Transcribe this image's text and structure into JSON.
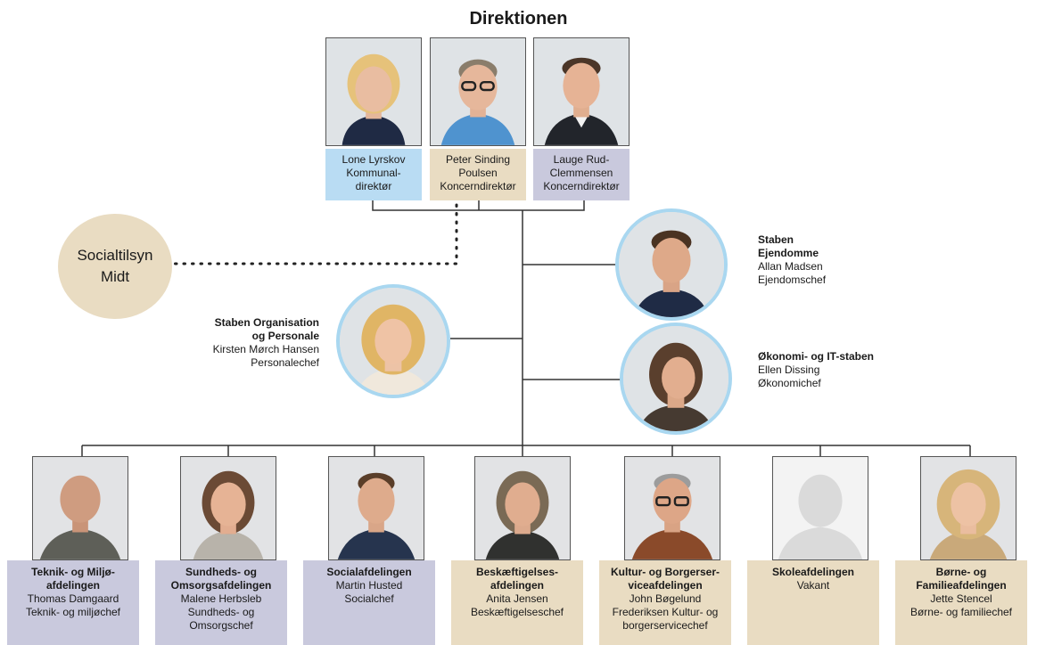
{
  "header": {
    "title": "Direktionen"
  },
  "colors": {
    "blue": "#b9dcf3",
    "beige": "#e9dcc2",
    "gray": "#c9c9dd",
    "ring": "#a9d7f0"
  },
  "direktion": [
    {
      "name": "Lone Lyrskov",
      "line2": "Kommunal-",
      "line3": "direktør",
      "color": "#b9dcf3"
    },
    {
      "name": "Peter Sinding",
      "line2": "Poulsen",
      "line3": "Koncerndirektør",
      "color": "#e9dcc2"
    },
    {
      "name": "Lauge Rud-",
      "line2": "Clemmensen",
      "line3": "Koncerndirektør",
      "color": "#c9c9dd"
    }
  ],
  "socialtilsyn": {
    "line1": "Socialtilsyn",
    "line2": "Midt"
  },
  "staffs": {
    "ejendomme": {
      "title1": "Staben",
      "title2": "Ejendomme",
      "name": "Allan Madsen",
      "role": "Ejendomschef"
    },
    "organisation": {
      "title1": "Staben Organisation",
      "title2": "og Personale",
      "name": "Kirsten Mørch Hansen",
      "role": "Personalechef"
    },
    "okonomi": {
      "title1": "Økonomi- og IT-staben",
      "name": "Ellen Dissing",
      "role": "Økonomichef"
    }
  },
  "departments": [
    {
      "t1": "Teknik- og Miljø-",
      "t2": "afdelingen",
      "l1": "Thomas Damgaard",
      "l2": "Teknik- og miljøchef",
      "l3": "",
      "color": "#c9c9dd"
    },
    {
      "t1": "Sundheds- og",
      "t2": "Omsorgsafdelingen",
      "l1": "Malene Herbsleb",
      "l2": "Sundheds- og",
      "l3": "Omsorgschef",
      "color": "#c9c9dd"
    },
    {
      "t1": "Socialafdelingen",
      "t2": "",
      "l1": "Martin Husted",
      "l2": "Socialchef",
      "l3": "",
      "color": "#c9c9dd"
    },
    {
      "t1": "Beskæftigelses-",
      "t2": "afdelingen",
      "l1": "Anita Jensen",
      "l2": "Beskæftigelseschef",
      "l3": "",
      "color": "#e9dcc2"
    },
    {
      "t1": "Kultur- og Borgerser-",
      "t2": "viceafdelingen",
      "l1": "John Bøgelund",
      "l2": "Frederiksen Kultur- og",
      "l3": "borgerservicechef",
      "color": "#e9dcc2"
    },
    {
      "t1": "Skoleafdelingen",
      "t2": "",
      "l1": "Vakant",
      "l2": "",
      "l3": "",
      "color": "#e9dcc2"
    },
    {
      "t1": "Børne- og",
      "t2": "Familieafdelingen",
      "l1": "Jette Stencel",
      "l2": "Børne- og familiechef",
      "l3": "",
      "color": "#e9dcc2"
    }
  ]
}
